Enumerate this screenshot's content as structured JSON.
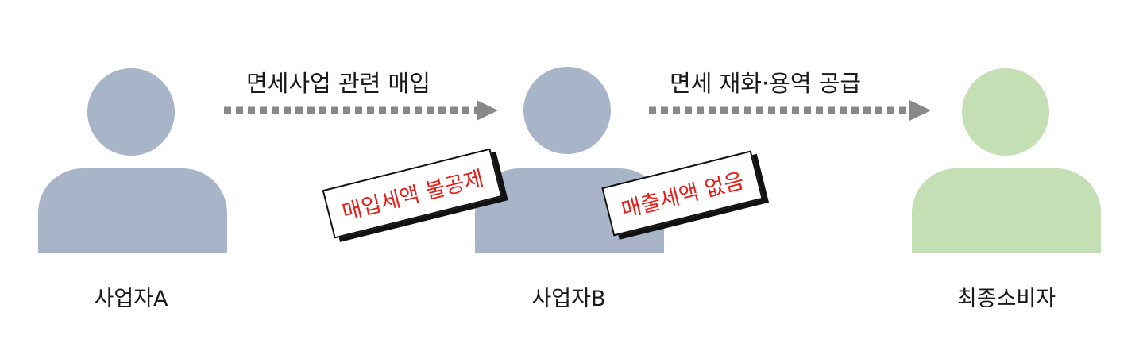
{
  "colors": {
    "business_person": "#a8b4c8",
    "consumer_person": "#c5dfb4",
    "arrow": "#888888",
    "stamp_text": "#e3211c"
  },
  "actors": {
    "a": {
      "label": "사업자A",
      "icon": "person-icon"
    },
    "b": {
      "label": "사업자B",
      "icon": "person-icon"
    },
    "c": {
      "label": "최종소비자",
      "icon": "person-icon"
    }
  },
  "flows": [
    {
      "label": "면세사업 관련 매입",
      "icon": "dotted-arrow-right-icon"
    },
    {
      "label": "면세 재화·용역 공급",
      "icon": "dotted-arrow-right-icon"
    }
  ],
  "stamps": [
    {
      "label": "매입세액 불공제"
    },
    {
      "label": "매출세액 없음"
    }
  ]
}
